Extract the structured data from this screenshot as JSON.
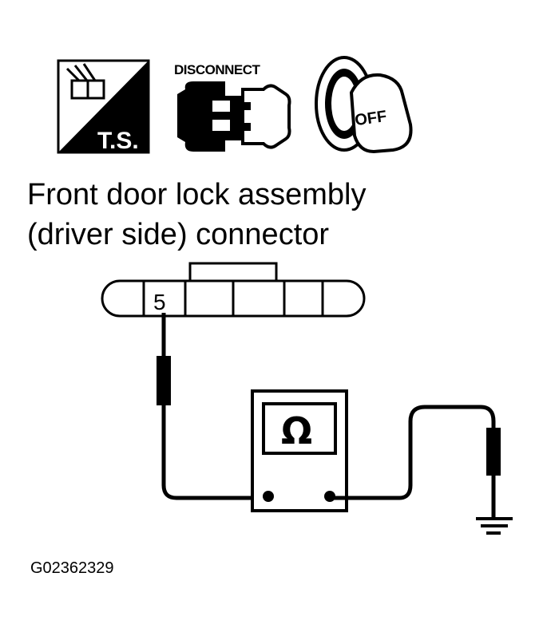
{
  "icons": {
    "ts_label": "T.S.",
    "disconnect_label": "DISCONNECT",
    "off_label": "OFF"
  },
  "title": {
    "line1": "Front door lock assembly",
    "line2": "(driver side) connector"
  },
  "connector": {
    "pin_label": "5"
  },
  "meter": {
    "symbol": "Ω"
  },
  "figure_code": "G02362329"
}
